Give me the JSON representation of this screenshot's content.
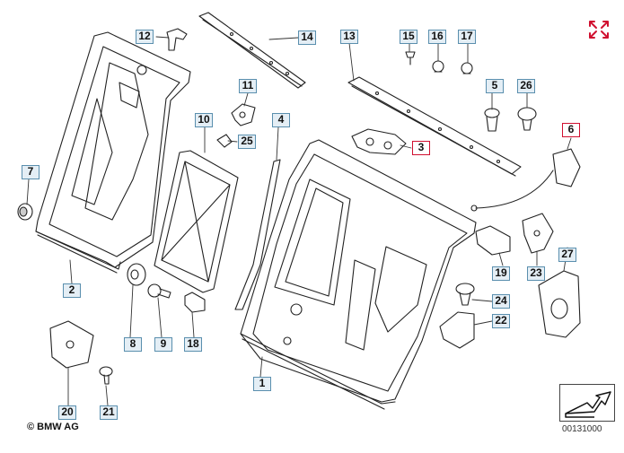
{
  "diagram": {
    "callouts": [
      {
        "id": "c1",
        "label": "1",
        "highlight": false
      },
      {
        "id": "c2",
        "label": "2",
        "highlight": false
      },
      {
        "id": "c3",
        "label": "3",
        "highlight": true
      },
      {
        "id": "c4",
        "label": "4",
        "highlight": false
      },
      {
        "id": "c5",
        "label": "5",
        "highlight": false
      },
      {
        "id": "c6",
        "label": "6",
        "highlight": true
      },
      {
        "id": "c7",
        "label": "7",
        "highlight": false
      },
      {
        "id": "c8",
        "label": "8",
        "highlight": false
      },
      {
        "id": "c9",
        "label": "9",
        "highlight": false
      },
      {
        "id": "c10",
        "label": "10",
        "highlight": false
      },
      {
        "id": "c11",
        "label": "11",
        "highlight": false
      },
      {
        "id": "c12",
        "label": "12",
        "highlight": false
      },
      {
        "id": "c13",
        "label": "13",
        "highlight": false
      },
      {
        "id": "c14",
        "label": "14",
        "highlight": false
      },
      {
        "id": "c15",
        "label": "15",
        "highlight": false
      },
      {
        "id": "c16",
        "label": "16",
        "highlight": false
      },
      {
        "id": "c17",
        "label": "17",
        "highlight": false
      },
      {
        "id": "c18",
        "label": "18",
        "highlight": false
      },
      {
        "id": "c19",
        "label": "19",
        "highlight": false
      },
      {
        "id": "c20",
        "label": "20",
        "highlight": false
      },
      {
        "id": "c21",
        "label": "21",
        "highlight": false
      },
      {
        "id": "c22",
        "label": "22",
        "highlight": false
      },
      {
        "id": "c23",
        "label": "23",
        "highlight": false
      },
      {
        "id": "c24",
        "label": "24",
        "highlight": false
      },
      {
        "id": "c25",
        "label": "25",
        "highlight": false
      },
      {
        "id": "c26",
        "label": "26",
        "highlight": false
      },
      {
        "id": "c27",
        "label": "27",
        "highlight": false
      }
    ],
    "copyright": "© BMW AG",
    "document_number": "00131000"
  },
  "icons": {
    "expand": "expand-arrows-icon",
    "navigate": "navigation-arrow-icon"
  },
  "colors": {
    "callout_border": "#5a8fae",
    "callout_fill": "#e4eef5",
    "highlight_border": "#d01030",
    "expand_icon": "#d01030"
  }
}
